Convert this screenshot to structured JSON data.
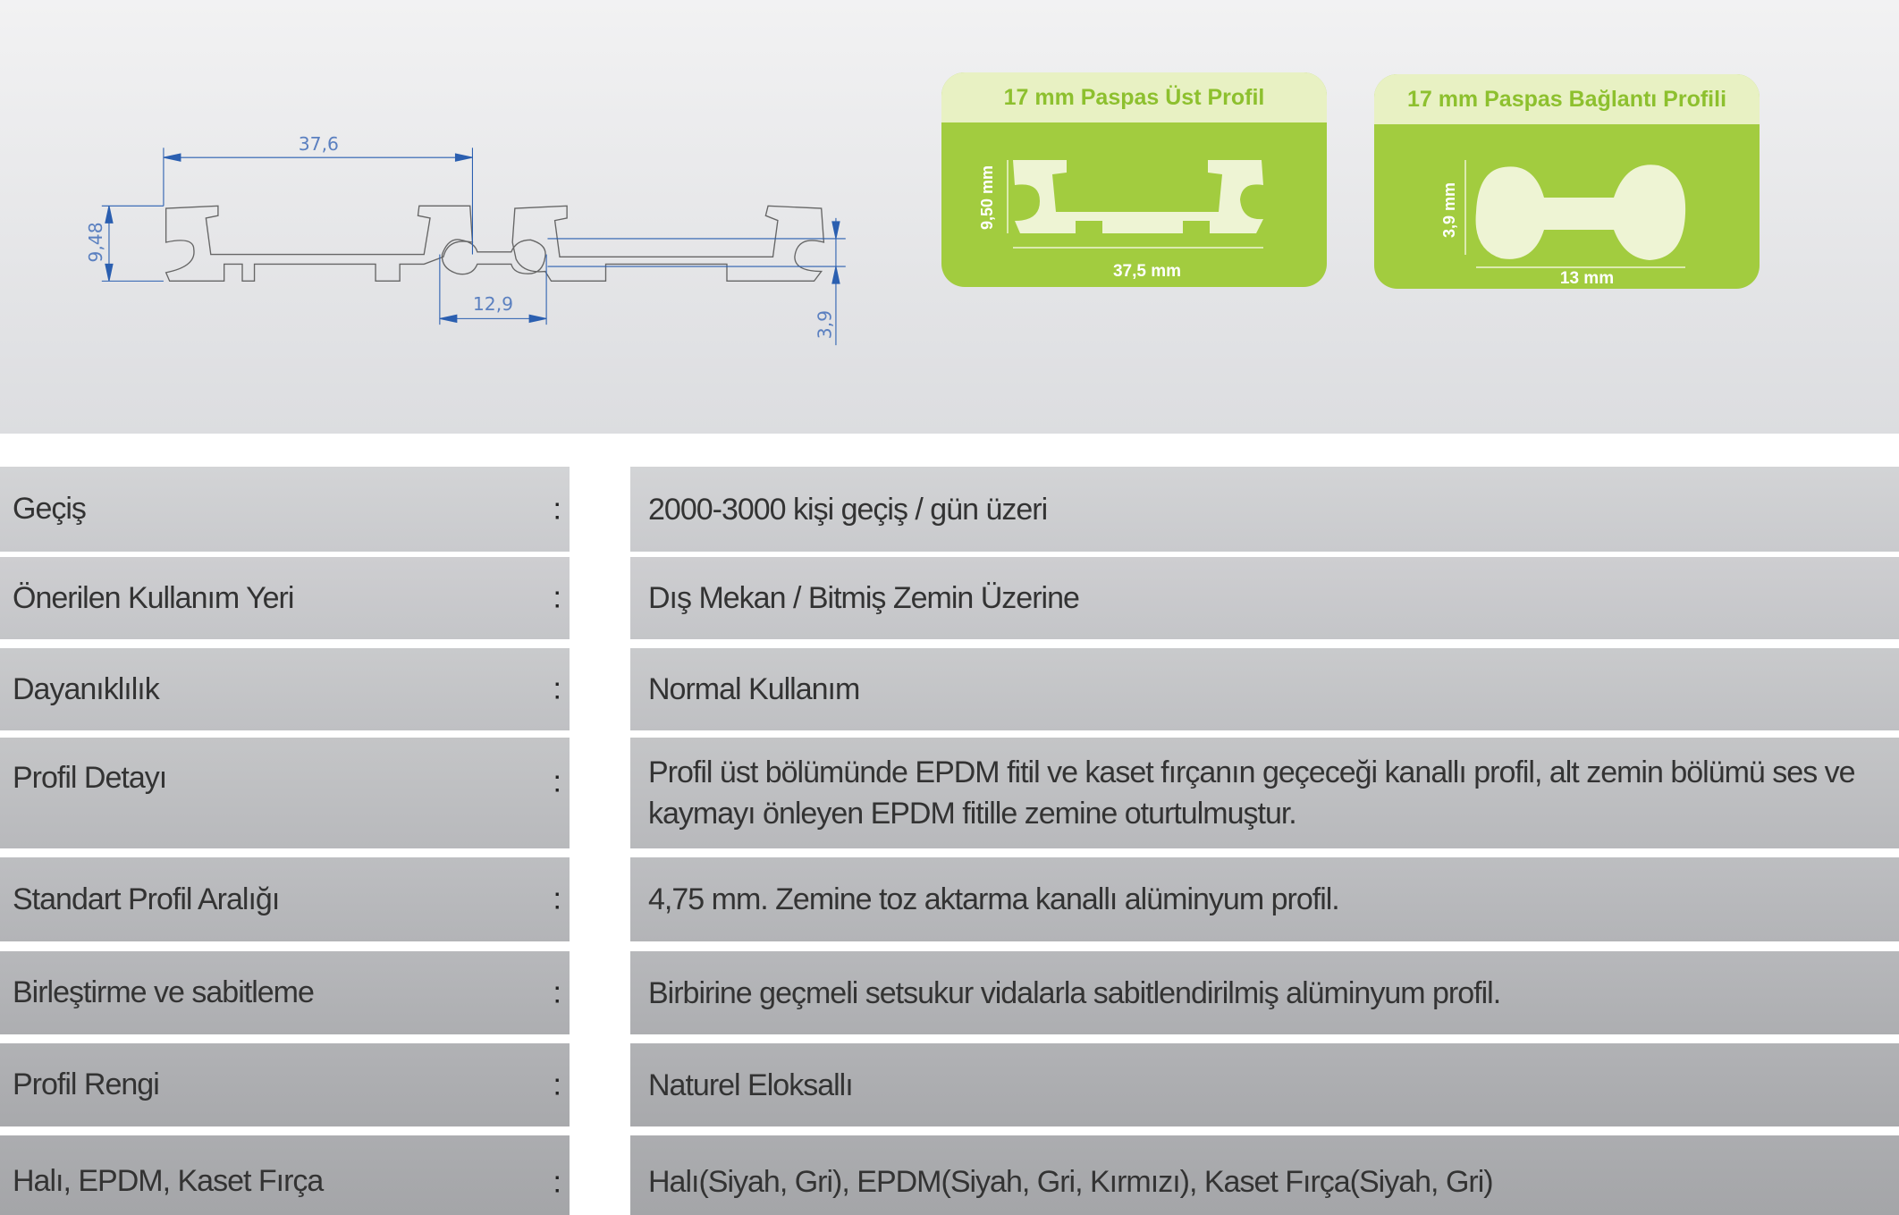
{
  "drawing": {
    "dim_width": "37,6",
    "dim_height": "9,48",
    "dim_connector": "12,9",
    "dim_connector_height": "3,9",
    "dimension_color": "#2b5fb0"
  },
  "cards": [
    {
      "title": "17 mm Paspas Üst Profil",
      "height_label": "9,50 mm",
      "width_label": "37,5 mm"
    },
    {
      "title": "17 mm Paspas Bağlantı Profili",
      "height_label": "3,9 mm",
      "width_label": "13 mm"
    }
  ],
  "colors": {
    "card_green": "#a2cc3f",
    "card_header": "#e8f1c3",
    "title_green": "#8dc02e"
  },
  "specs": [
    {
      "label": "Geçiş",
      "value": "2000-3000 kişi geçiş / gün üzeri"
    },
    {
      "label": "Önerilen Kullanım Yeri",
      "value": "Dış Mekan / Bitmiş Zemin Üzerine"
    },
    {
      "label": "Dayanıklılık",
      "value": "Normal Kullanım"
    },
    {
      "label": "Profil Detayı",
      "value": "Profil üst bölümünde EPDM fitil ve kaset fırçanın geçeceği kanallı profil, alt zemin bölümü ses ve kaymayı önleyen EPDM fitille zemine oturtulmuştur."
    },
    {
      "label": "Standart Profil Aralığı",
      "value": "4,75 mm. Zemine toz aktarma kanallı alüminyum profil."
    },
    {
      "label": "Birleştirme ve sabitleme",
      "value": "Birbirine geçmeli setsukur vidalarla sabitlendirilmiş alüminyum profil."
    },
    {
      "label": "Profil Rengi",
      "value": "Naturel Eloksallı"
    },
    {
      "label": "Halı, EPDM, Kaset Fırça",
      "value": "Halı(Siyah, Gri), EPDM(Siyah, Gri, Kırmızı), Kaset Fırça(Siyah, Gri)"
    }
  ],
  "separator": ":"
}
